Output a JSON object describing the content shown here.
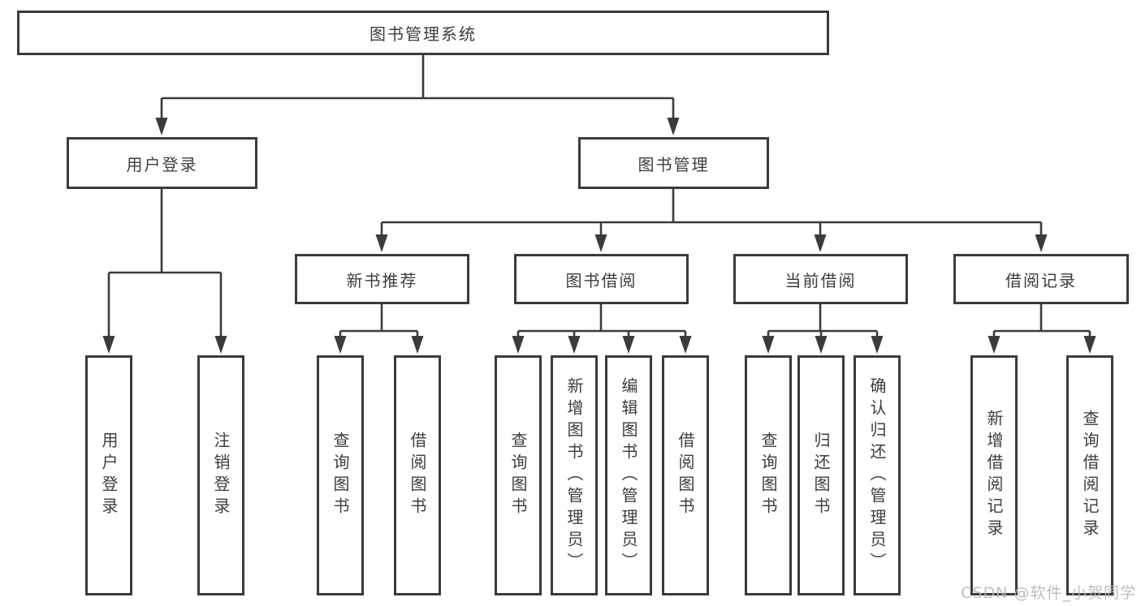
{
  "diagram": {
    "root": {
      "label": "图书管理系统"
    },
    "branches": [
      {
        "label": "用户登录",
        "children": [
          {
            "label": "用户登录"
          },
          {
            "label": "注销登录"
          }
        ]
      },
      {
        "label": "图书管理",
        "children": [
          {
            "label": "新书推荐",
            "children": [
              {
                "label": "查询图书"
              },
              {
                "label": "借阅图书"
              }
            ]
          },
          {
            "label": "图书借阅",
            "children": [
              {
                "label": "查询图书"
              },
              {
                "label": "新增图书（管理员）"
              },
              {
                "label": "编辑图书（管理员）"
              },
              {
                "label": "借阅图书"
              }
            ]
          },
          {
            "label": "当前借阅",
            "children": [
              {
                "label": "查询图书"
              },
              {
                "label": "归还图书"
              },
              {
                "label": "确认归还（管理员）"
              }
            ]
          },
          {
            "label": "借阅记录",
            "children": [
              {
                "label": "新增借阅记录"
              },
              {
                "label": "查询借阅记录"
              }
            ]
          }
        ]
      }
    ]
  },
  "watermark": {
    "text": "CSDN @软件_小贺同学"
  },
  "colors": {
    "line": "#3b3b3b",
    "text": "#3d3d3d",
    "background": "#ffffff",
    "watermark": "#b7b7b7"
  }
}
